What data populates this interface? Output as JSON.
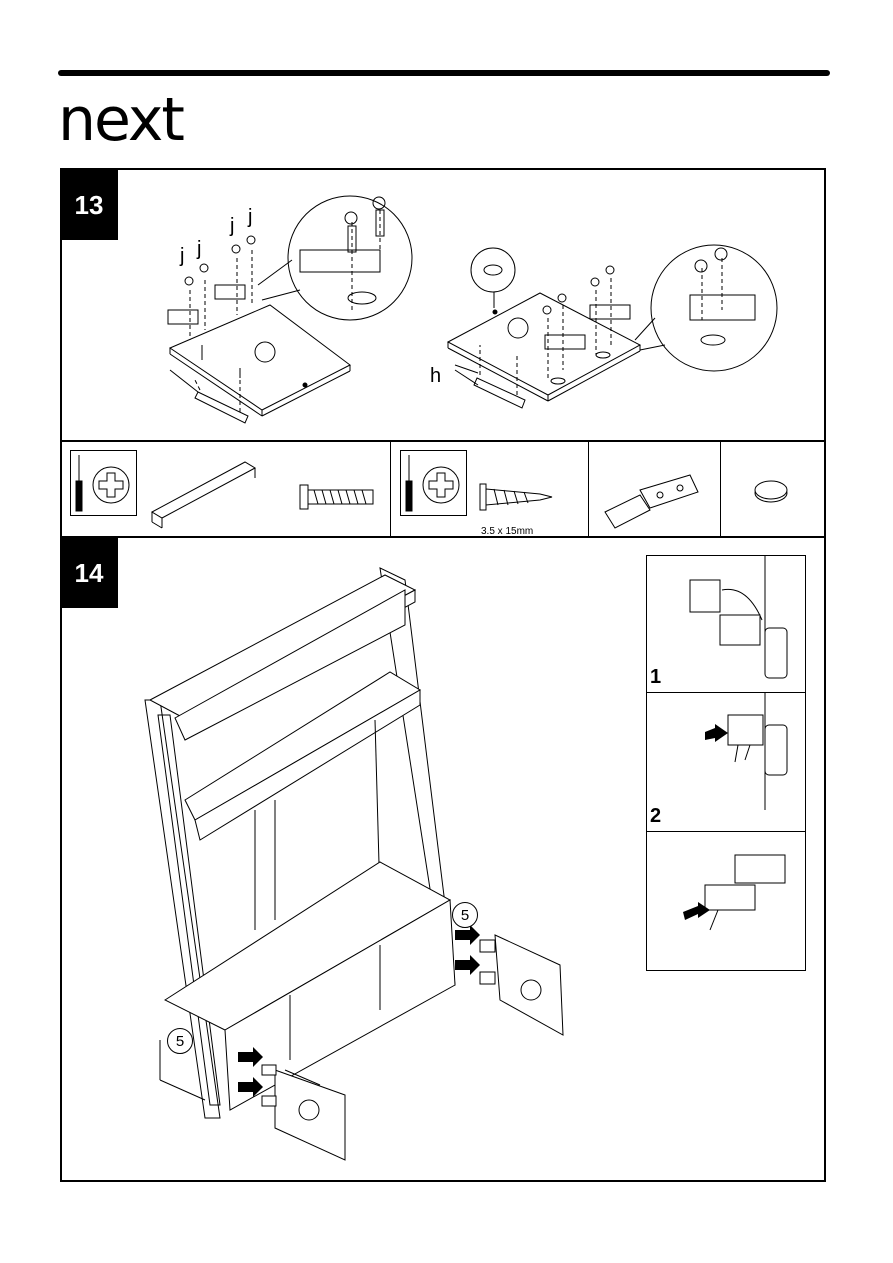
{
  "brand": {
    "logo": "next"
  },
  "step13": {
    "number": "13",
    "labels": {
      "j1": "j",
      "j2": "j",
      "j3": "j",
      "j4": "j",
      "h": "h"
    },
    "parts": {
      "screw_size": "3.5 x 15mm"
    }
  },
  "step14": {
    "number": "14",
    "callouts": {
      "part_a": "5",
      "part_b": "5"
    },
    "substeps": [
      "1",
      "2"
    ]
  },
  "icons": [
    "screwdriver-icon",
    "phillips-bit-icon"
  ]
}
